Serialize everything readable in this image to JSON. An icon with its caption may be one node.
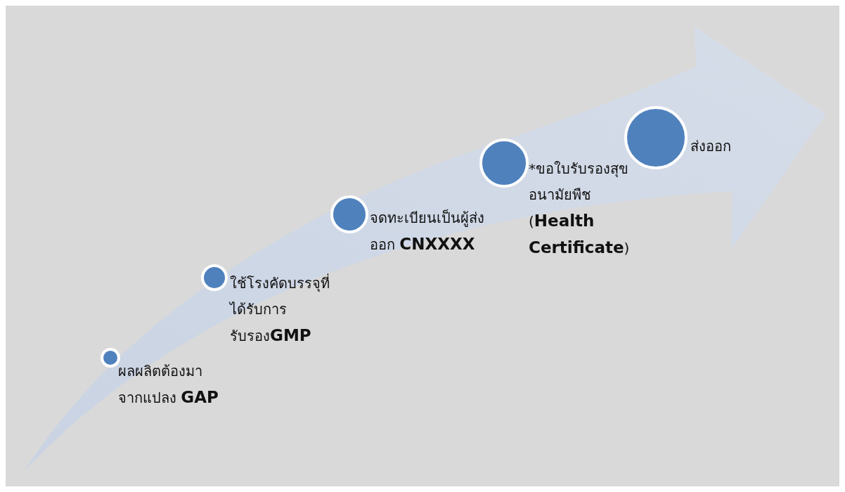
{
  "diagram": {
    "nodes": [
      {
        "text": [],
        "shape": "circle",
        "beside": [
          "ผลผลิตต้องมาจากแปลง **GAP**"
        ]
      },
      {
        "text": [],
        "shape": "circle",
        "beside": [
          "ใช้โรงคัดบรรจุที่ได้รับการรับรอง**GMP**"
        ]
      },
      {
        "text": [],
        "shape": "circle",
        "beside": [
          "จดทะเบียนเป็นผู้ส่งออก **CNXXXX**"
        ]
      },
      {
        "text": [],
        "shape": "circle",
        "beside": [
          "*ขอใบรับรองสุขอนามัยพืช (**Health Certificate**)"
        ]
      },
      {
        "text": [],
        "shape": "circle",
        "beside": [
          "ส่งออก"
        ]
      }
    ]
  }
}
